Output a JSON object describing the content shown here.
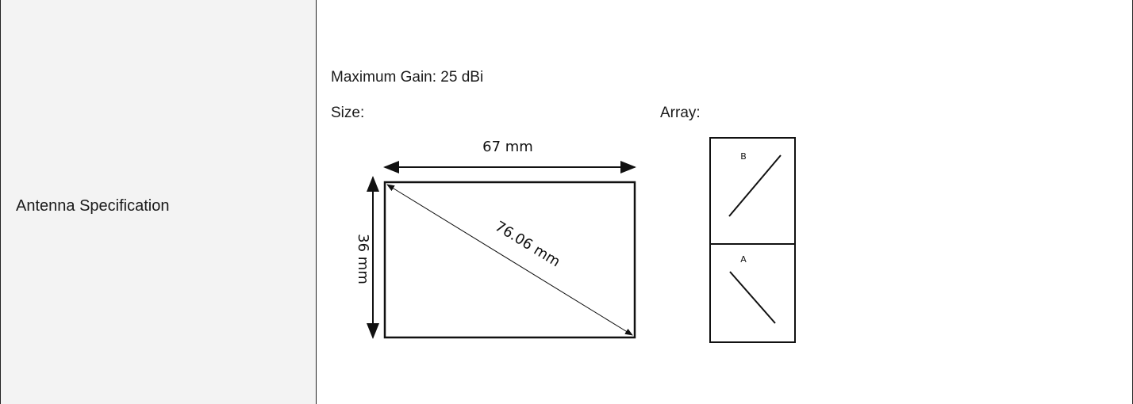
{
  "label": "Antenna Specification",
  "gain": "Maximum Gain: 25 dBi",
  "size_label": "Size:",
  "array_label": "Array:",
  "size_diagram": {
    "width_label": "67 mm",
    "height_label": "36 mm",
    "diagonal_label": "76.06 mm"
  },
  "array_diagram": {
    "top_element_label": "B",
    "bottom_element_label": "A"
  }
}
